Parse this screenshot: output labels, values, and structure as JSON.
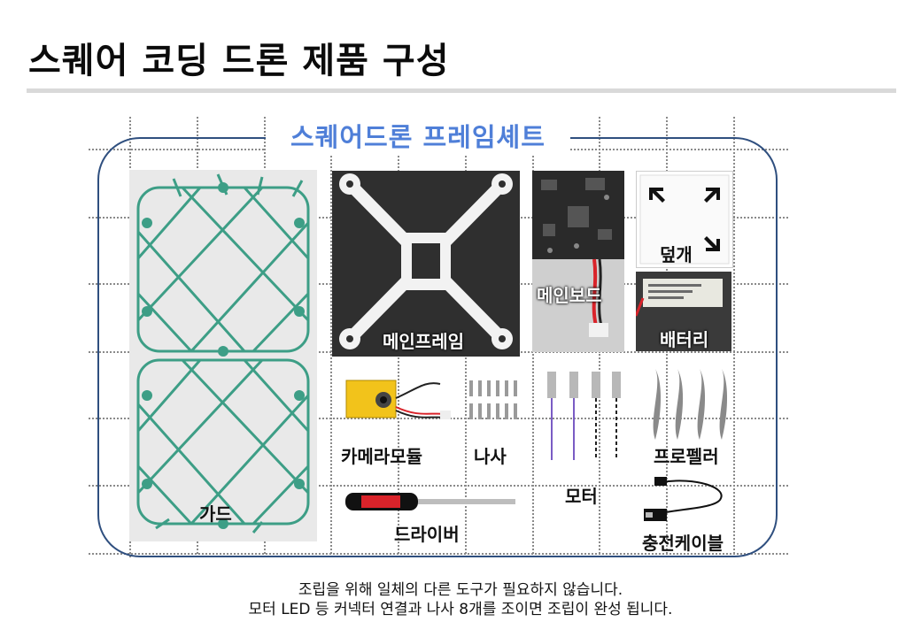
{
  "page": {
    "title": "스퀘어 코딩 드론 제품 구성",
    "set_title": "스퀘어드론 프레임셰트"
  },
  "components": {
    "guard": "가드",
    "main_frame": "메인프레임",
    "main_board": "메인보드",
    "cover": "덮개",
    "battery": "배터리",
    "camera_module": "카메라모듈",
    "screws": "나사",
    "motor": "모터",
    "propeller": "프로펠러",
    "driver": "드라이버",
    "charging_cable": "충전케이블"
  },
  "captions": {
    "line1": "조립을 위해 일체의 다른 도구가 필요하지 않습니다.",
    "line2": "모터 LED 등 커넥터 연결과 나사 8개를 조이면 조립이 완성 됩니다."
  },
  "colors": {
    "frame_border": "#2f4f7f",
    "set_title": "#4f7fd8",
    "guard_green": "#3d9e86",
    "photo_dark": "#2f2f2f",
    "board": "#2a2a2a",
    "title_rule": "#d9d9d9"
  }
}
